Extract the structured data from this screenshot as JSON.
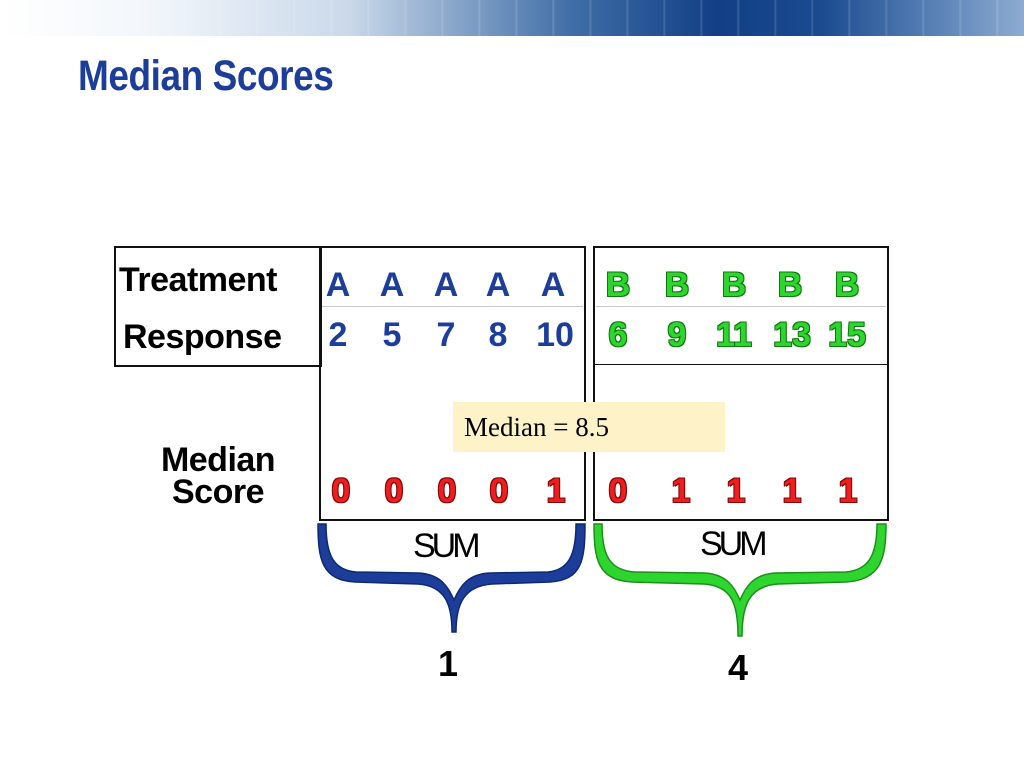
{
  "title": "Median Scores",
  "row_labels": {
    "treatment": "Treatment",
    "response": "Response",
    "median_score": [
      "Median",
      "Score"
    ]
  },
  "groups": [
    {
      "treatment": [
        "A",
        "A",
        "A",
        "A",
        "A"
      ],
      "response": [
        "2",
        "5",
        "7",
        "8",
        "10"
      ],
      "median_score": [
        "0",
        "0",
        "0",
        "0",
        "1"
      ],
      "sum_label": "SUM",
      "sum_value": "1",
      "color": "#1c3d9a"
    },
    {
      "treatment": [
        "B",
        "B",
        "B",
        "B",
        "B"
      ],
      "response": [
        "6",
        "9",
        "11",
        "13",
        "15"
      ],
      "median_score": [
        "0",
        "1",
        "1",
        "1",
        "1"
      ],
      "sum_label": "SUM",
      "sum_value": "4",
      "color": "#2fd52f"
    }
  ],
  "median_note": "Median = 8.5",
  "colors": {
    "title": "#1c3d9a",
    "group_a": "#1c3d9a",
    "group_b": "#2fd52f",
    "score": "#ef1d1d",
    "note_background": "#fdf2c8"
  }
}
